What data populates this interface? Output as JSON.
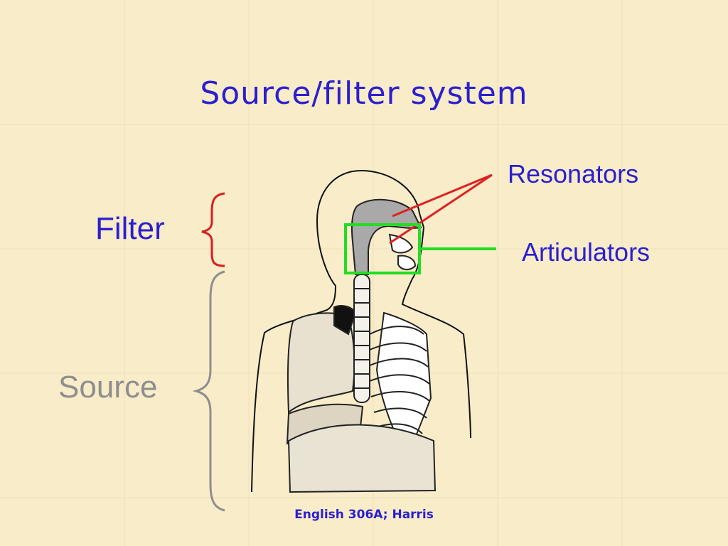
{
  "slide": {
    "title": "Source/filter system",
    "labels": {
      "filter": "Filter",
      "source": "Source",
      "resonators": "Resonators",
      "articulators": "Articulators"
    },
    "footer": "English 306A; Harris"
  },
  "colors": {
    "background": "#f8ecc9",
    "title_text": "#2b1fd0",
    "filter_brace": "#d42020",
    "source_brace": "#8e8e8e",
    "resonator_lines": "#e02020",
    "articulator_box": "#22dd22"
  },
  "icons": {
    "diagram": "human-vocal-anatomy-illustration",
    "filter_brace": "curly-brace-icon",
    "source_brace": "curly-brace-icon"
  }
}
